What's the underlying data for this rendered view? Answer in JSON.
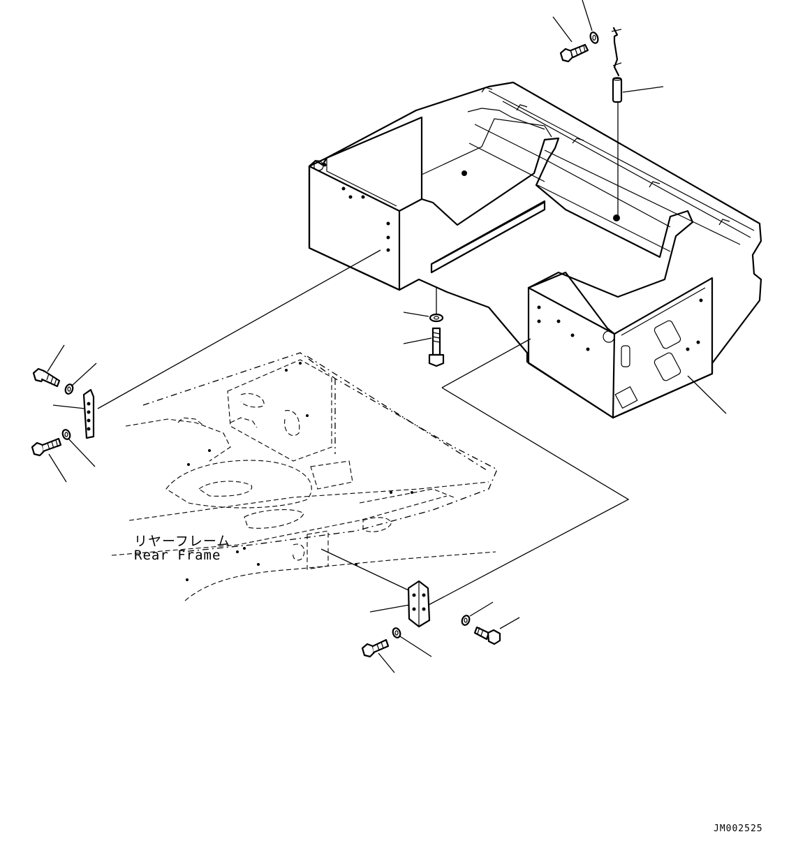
{
  "labels": {
    "rear_frame_jp": "リヤーフレーム",
    "rear_frame_en": "Rear Frame",
    "drawing_code": "JM002525"
  }
}
